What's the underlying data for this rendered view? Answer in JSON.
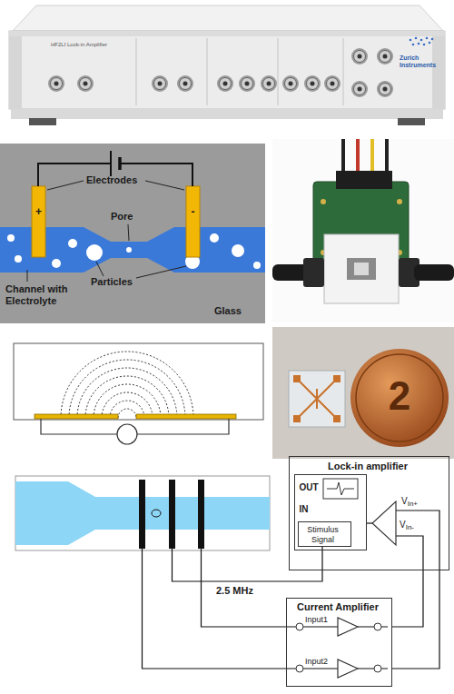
{
  "diagram": {
    "nodes": [
      {
        "text": [
          "Lock-in amplifier"
        ]
      },
      {
        "text": [
          "OUT",
          "IN"
        ],
        "in": 0
      },
      {
        "text": [
          "Stimulus Signal"
        ],
        "in": 1
      },
      {
        "text": [
          "Current Amplifier",
          "Input1",
          "Input2"
        ]
      }
    ],
    "edges": [
      {
        "from": 3,
        "to": 0,
        "arrow": "none"
      },
      {
        "from": 3,
        "to": 0,
        "arrow": "none"
      }
    ],
    "labels": [
      "HF2LI Lock-in Amplifier",
      "Zurich Instruments",
      "Electrodes",
      "+",
      "-",
      "Pore",
      "Particles",
      "Channel with Electrolyte",
      "Glass",
      "2",
      "2.5 MHz",
      "V",
      "In+",
      "V",
      "In-"
    ]
  }
}
